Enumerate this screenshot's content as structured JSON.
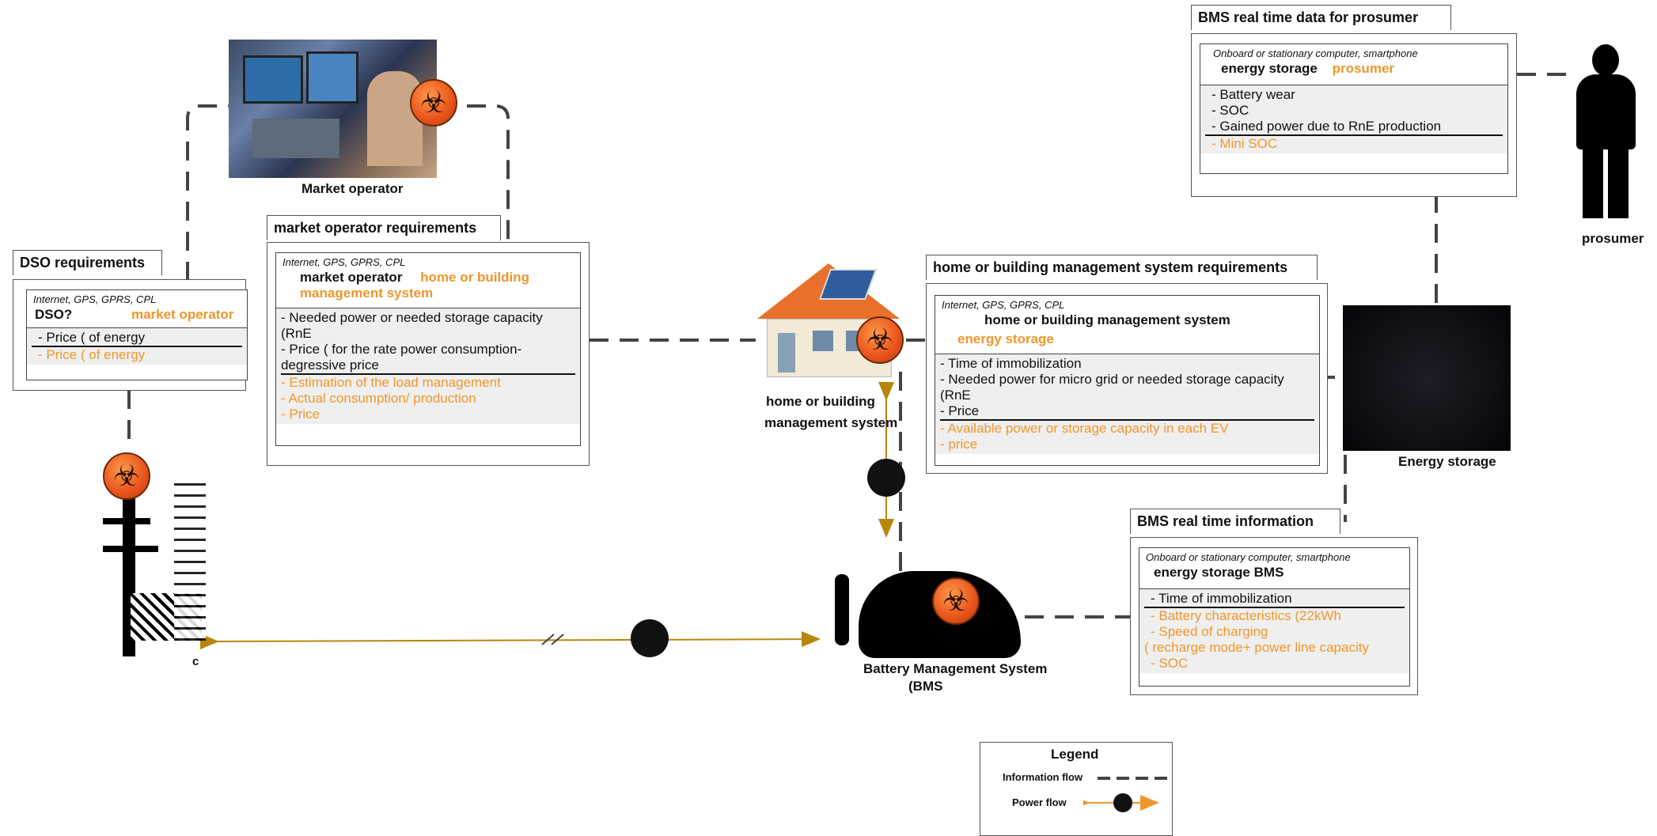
{
  "colors": {
    "orange": "#f0962a",
    "power_line": "#b8860b",
    "info_line": "#444444"
  },
  "labels": {
    "market_operator": "Market operator",
    "prosumer": "prosumer",
    "hbms": [
      "home or building",
      "management system"
    ],
    "energy_storage": "Energy storage",
    "bms": [
      "Battery Management System",
      "(BMS"
    ],
    "pylon": "c"
  },
  "dso_box": {
    "tab": "DSO  requirements",
    "protocol": "Internet, GPS, GPRS, CPL",
    "head_black": "DSO?",
    "head_orange": "market operator",
    "items": [
      "- Price ( of energy"
    ],
    "items_orange": [
      "- Price ( of energy"
    ]
  },
  "market_box": {
    "tab": "market  operator  requirements",
    "protocol": "Internet, GPS, GPRS, CPL",
    "head_black": "market operator",
    "head_orange": "home or building management system",
    "items": [
      "-     Needed power or needed storage capacity (RnE",
      "- Price (     for  the rate power consumption-degressive price"
    ],
    "items_orange": [
      "-      Estimation of the load management",
      "-  Actual consumption/    production",
      "-  Price"
    ]
  },
  "hbms_box": {
    "tab": "home  or  building  management  system  requirements",
    "protocol": "Internet, GPS, GPRS, CPL",
    "head_black": "home or building management system",
    "head_orange": "energy storage",
    "items": [
      "-    Time of immobilization",
      "-        Needed power for micro grid or needed storage capacity (RnE",
      "- Price"
    ],
    "items_orange": [
      "-       Available power or storage capacity in each EV",
      "-  price"
    ]
  },
  "prosumer_box": {
    "tab": "BMS  real  time  data  for  prosumer",
    "protocol": "Onboard or stationary computer,  smartphone",
    "head_black": "energy storage",
    "head_orange": "prosumer",
    "items": [
      "-   Battery wear",
      "- SOC",
      "-      Gained power due to RnE production"
    ],
    "items_orange": [
      "-  Mini SOC"
    ]
  },
  "bms_box": {
    "tab": "BMS  real  time  information",
    "protocol": "Onboard or stationary computer,  smartphone",
    "head_black": "energy storage",
    "head_black2": "BMS",
    "items": [
      "-    Time of immobilization"
    ],
    "items_orange": [
      "-    Battery characteristics (22kWh",
      "-    Speed of charging",
      "( recharge mode+     power line capacity",
      "- SOC"
    ]
  },
  "legend": {
    "title": "Legend",
    "info": "Information flow",
    "power": "Power flow"
  }
}
